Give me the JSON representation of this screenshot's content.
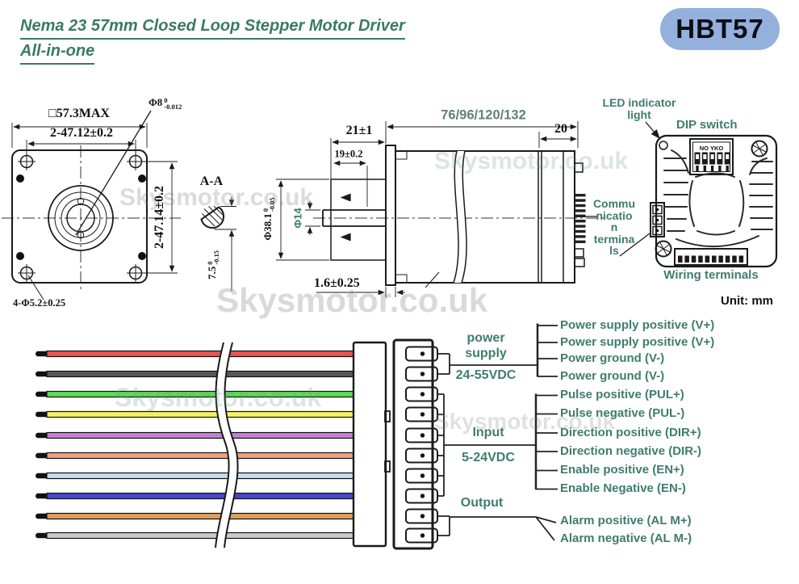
{
  "header": {
    "title_line1": "Nema 23 57mm Closed Loop Stepper Motor Driver",
    "title_line2": "All-in-one",
    "badge": "HBT57"
  },
  "watermark": "Skysmotor.co.uk",
  "unit_note": "Unit: mm",
  "colors": {
    "label_teal": "#3E7D6B",
    "badge_blue": "#94B0DC",
    "dim_gray_teal": "#5F8078"
  },
  "front_view": {
    "dim_outline": "□57.3MAX",
    "dim_hole_spacing_h": "2-47.12±0.2",
    "dim_hole_spacing_v": "2-47.14±0.2",
    "shaft_dia": "Φ8",
    "shaft_tol_upper": "0",
    "shaft_tol_lower": "-0.012",
    "mount_holes": "4-Φ5.2±0.25"
  },
  "section_view": {
    "label": "A-A",
    "flat_dim": "7.5",
    "flat_tol_upper": "0",
    "flat_tol_lower": "-0.15"
  },
  "side_view": {
    "body_length": "76/96/120/132",
    "driver_depth": "20",
    "shaft_length": "21±1",
    "flat_length": "19±0.2",
    "boss_dia": "Φ38.1",
    "boss_tol_upper": "0",
    "boss_tol_lower": "-0.05",
    "shaft_dia": "Φ14",
    "flange_depth": "1.6±0.25"
  },
  "driver_view": {
    "led_label_line1": "LED indicator",
    "led_label_line2": "light",
    "dip_label": "DIP switch",
    "dip_marking": "NO YKO",
    "comm_lines": [
      "Commu",
      "nicatio",
      "n",
      "termina",
      "ls"
    ],
    "wiring_label": "Wiring terminals"
  },
  "wiring": {
    "groups": {
      "power_line1": "power",
      "power_line2": "supply",
      "power_voltage": "24-55VDC",
      "input_label": "Input",
      "input_voltage": "5-24VDC",
      "output_label": "Output"
    },
    "wire_colors": [
      "#EA5551",
      "#585858",
      "#5CDC55",
      "#F6F063",
      "#C77FD5",
      "#F3A17D",
      "#C5DCF2",
      "#4A44D0",
      "#DDA05F",
      "#CACACA"
    ],
    "pin_labels": [
      "Power supply positive (V+)",
      "Power supply positive (V+)",
      "Power ground (V-)",
      "Power ground (V-)",
      "Pulse positive (PUL+)",
      "Pulse negative (PUL-)",
      "Direction positive (DIR+)",
      "Direction negative (DIR-)",
      "Enable positive (EN+)",
      "Enable Negative (EN-)",
      "Alarm positive (AL M+)",
      "Alarm negative (AL M-)"
    ]
  }
}
